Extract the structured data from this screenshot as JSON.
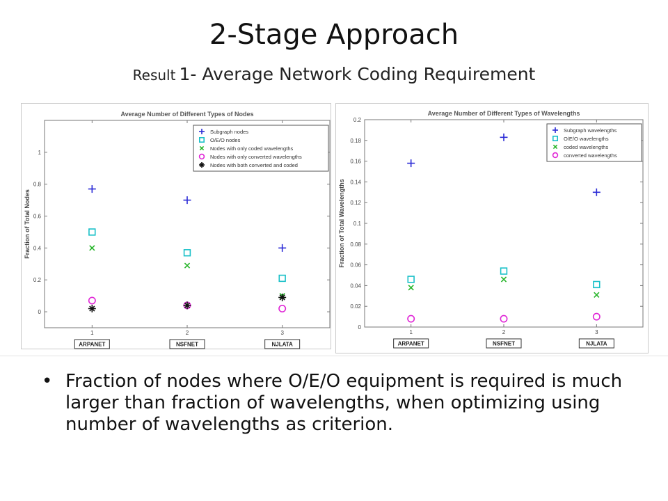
{
  "slide": {
    "title": "2-Stage Approach",
    "subtitle_small": "Result",
    "subtitle_big": "1- Average Network Coding Requirement",
    "bullets": [
      "Fraction of nodes where O/E/O equipment is required is much larger than fraction of wavelengths, when optimizing using number of wavelengths as criterion."
    ]
  },
  "chart_data": [
    {
      "type": "scatter",
      "title": "Average Number of Different Types of Nodes",
      "ylabel": "Fraction of Total Nodes",
      "x": [
        1,
        2,
        3
      ],
      "x_tick_labels": [
        "1",
        "2",
        "3"
      ],
      "category_labels": [
        "ARPANET",
        "NSFNET",
        "NJLATA"
      ],
      "xlim": [
        0.5,
        3.5
      ],
      "ylim": [
        -0.1,
        1.2
      ],
      "y_ticks": [
        0,
        0.2,
        0.4,
        0.6,
        0.8,
        1
      ],
      "y_tick_labels": [
        "0",
        "0.2",
        "0.4",
        "0.6",
        "0.8",
        "1"
      ],
      "legend_position": "top-right",
      "series": [
        {
          "name": "Subgraph nodes",
          "marker": "plus",
          "color": "#2a2ad6",
          "values": [
            0.77,
            0.7,
            0.4
          ]
        },
        {
          "name": "O/E/O nodes",
          "marker": "square",
          "color": "#19c0c8",
          "values": [
            0.5,
            0.37,
            0.21
          ]
        },
        {
          "name": "Nodes with only coded wavelengths",
          "marker": "x",
          "color": "#27b52a",
          "values": [
            0.4,
            0.29,
            0.1
          ]
        },
        {
          "name": "Nodes with only converted wavelengths",
          "marker": "circle",
          "color": "#e026d6",
          "values": [
            0.07,
            0.04,
            0.02
          ]
        },
        {
          "name": "Nodes with both converted and coded",
          "marker": "star",
          "color": "#111111",
          "values": [
            0.02,
            0.04,
            0.09
          ]
        }
      ]
    },
    {
      "type": "scatter",
      "title": "Average Number of Different Types of Wavelengths",
      "ylabel": "Fraction of Total Wavelengths",
      "x": [
        1,
        2,
        3
      ],
      "x_tick_labels": [
        "1",
        "2",
        "3"
      ],
      "category_labels": [
        "ARPANET",
        "NSFNET",
        "NJLATA"
      ],
      "xlim": [
        0.5,
        3.5
      ],
      "ylim": [
        0,
        0.2
      ],
      "y_ticks": [
        0,
        0.02,
        0.04,
        0.06,
        0.08,
        0.1,
        0.12,
        0.14,
        0.16,
        0.18,
        0.2
      ],
      "y_tick_labels": [
        "0",
        "0.02",
        "0.04",
        "0.06",
        "0.08",
        "0.1",
        "0.12",
        "0.14",
        "0.16",
        "0.18",
        "0.2"
      ],
      "legend_position": "top-right",
      "series": [
        {
          "name": "Subgraph wavelengths",
          "marker": "plus",
          "color": "#2a2ad6",
          "values": [
            0.158,
            0.183,
            0.13
          ]
        },
        {
          "name": "O/E/O wavelengths",
          "marker": "square",
          "color": "#19c0c8",
          "values": [
            0.046,
            0.054,
            0.041
          ]
        },
        {
          "name": "coded wavelengths",
          "marker": "x",
          "color": "#27b52a",
          "values": [
            0.038,
            0.046,
            0.031
          ]
        },
        {
          "name": "converted wavelengths",
          "marker": "circle",
          "color": "#e026d6",
          "values": [
            0.008,
            0.008,
            0.01
          ]
        }
      ]
    }
  ]
}
